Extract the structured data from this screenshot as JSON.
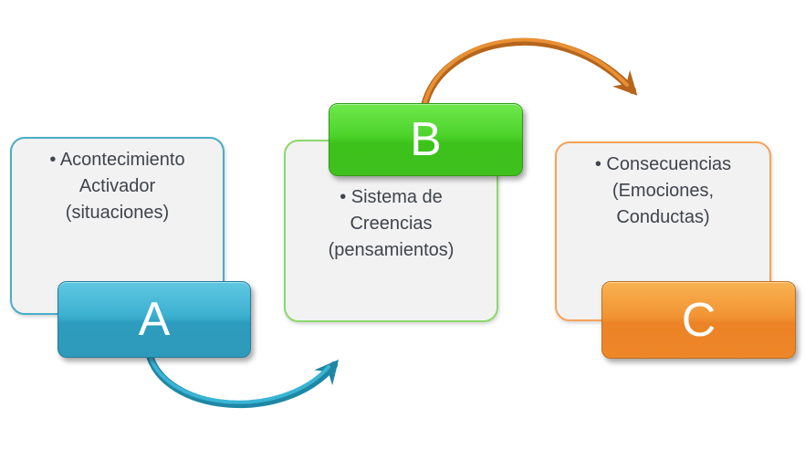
{
  "diagram": {
    "model_name": "ABC",
    "background_color": "#FFFFFF",
    "box_fill_color": "#F2F2F2",
    "text_color": "#3F444B",
    "boxes": [
      {
        "name": "activating-event",
        "badge": "A",
        "lines": [
          "• Acontecimiento",
          "Activador",
          "(situaciones)"
        ],
        "accent_color": "#2E9FC0",
        "border_color": "#4BACC6"
      },
      {
        "name": "belief-system",
        "badge": "B",
        "lines": [
          "• Sistema de",
          "Creencias",
          "(pensamientos)"
        ],
        "accent_color": "#3FC41D",
        "border_color": "#8BD96B"
      },
      {
        "name": "consequences",
        "badge": "C",
        "lines": [
          "• Consecuencias",
          "(Emociones,",
          "Conductas)"
        ],
        "accent_color": "#ED7D31",
        "border_color": "#F5A35C"
      }
    ],
    "arrows": [
      {
        "name": "arrow-a-to-b",
        "color": "#3AB4D4",
        "edge": "#1F87A5"
      },
      {
        "name": "arrow-b-to-c",
        "color": "#E99033",
        "edge": "#B5651D"
      }
    ]
  }
}
